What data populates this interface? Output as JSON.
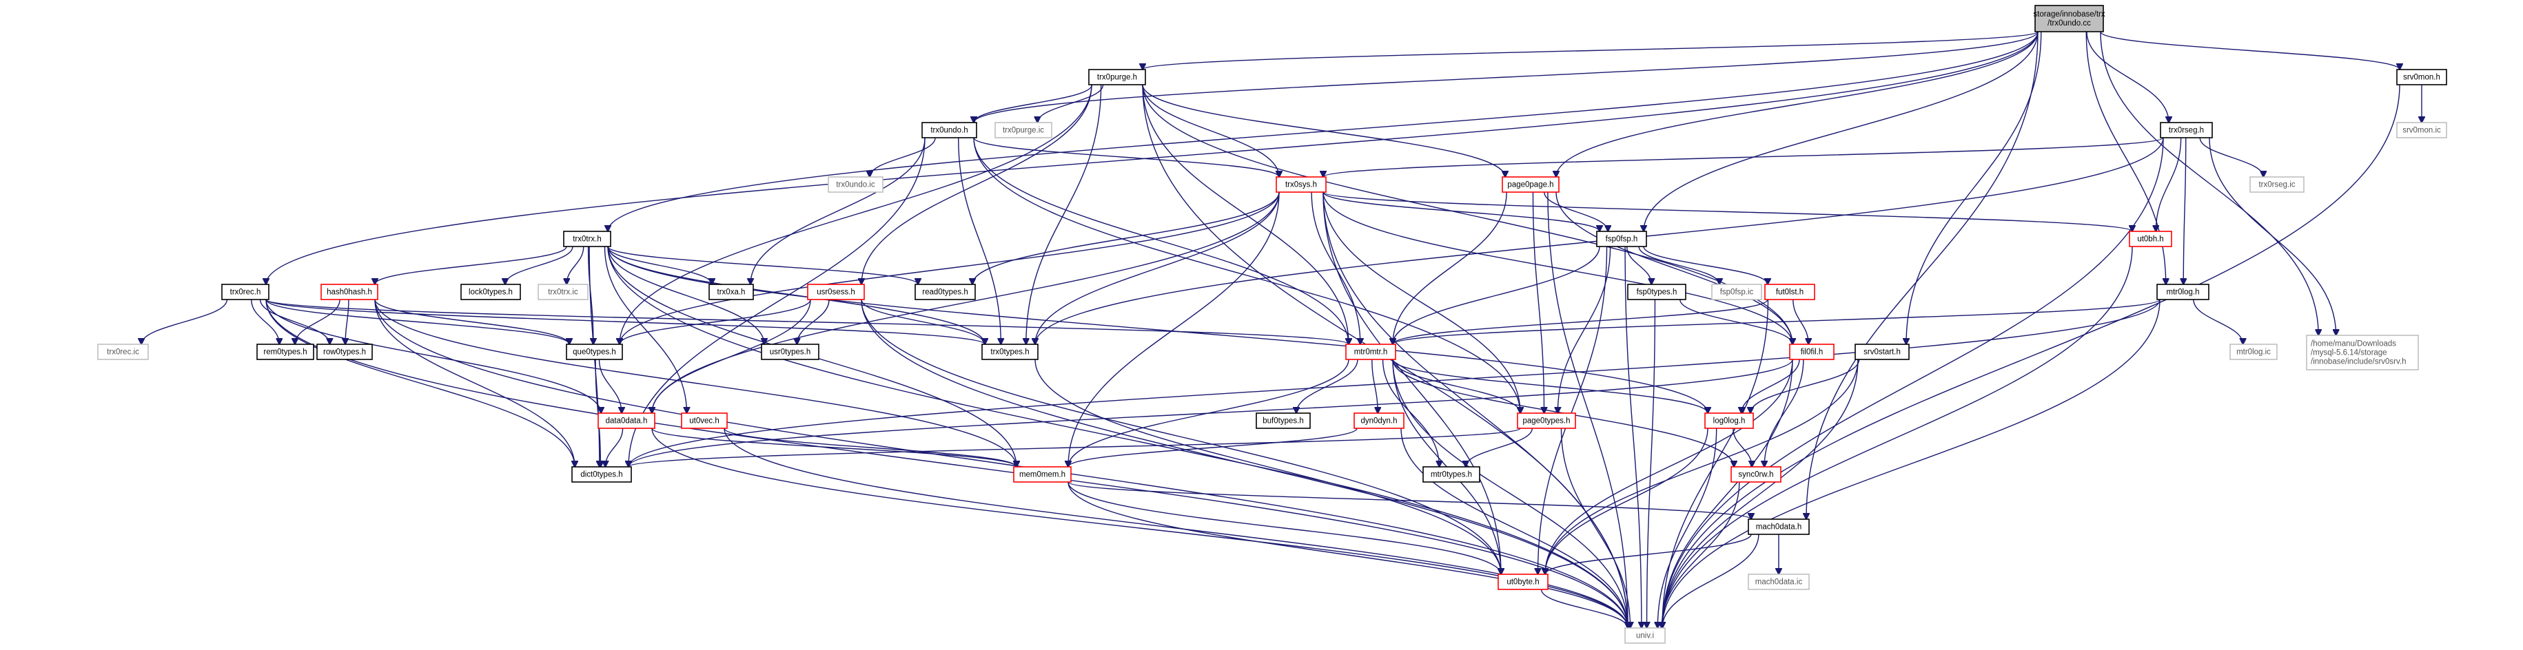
{
  "graph": {
    "nodes": [
      {
        "id": "root",
        "lines": [
          "storage/innobase/trx",
          "/trx0undo.cc"
        ],
        "style": "root"
      },
      {
        "id": "trx0purge_h",
        "lines": [
          "trx0purge.h"
        ],
        "style": "normal"
      },
      {
        "id": "trx0undo_h",
        "lines": [
          "trx0undo.h"
        ],
        "style": "normal"
      },
      {
        "id": "trx0purge_ic",
        "lines": [
          "trx0purge.ic"
        ],
        "style": "gray"
      },
      {
        "id": "trx0undo_ic",
        "lines": [
          "trx0undo.ic"
        ],
        "style": "gray"
      },
      {
        "id": "trx0sys_h",
        "lines": [
          "trx0sys.h"
        ],
        "style": "red"
      },
      {
        "id": "page0page_h",
        "lines": [
          "page0page.h"
        ],
        "style": "red"
      },
      {
        "id": "fsp0fsp_h",
        "lines": [
          "fsp0fsp.h"
        ],
        "style": "normal"
      },
      {
        "id": "trx0trx_h",
        "lines": [
          "trx0trx.h"
        ],
        "style": "normal"
      },
      {
        "id": "trx0rec_h",
        "lines": [
          "trx0rec.h"
        ],
        "style": "normal"
      },
      {
        "id": "trx0rseg_h",
        "lines": [
          "trx0rseg.h"
        ],
        "style": "normal"
      },
      {
        "id": "srv0mon_h",
        "lines": [
          "srv0mon.h"
        ],
        "style": "normal"
      },
      {
        "id": "srv0mon_ic",
        "lines": [
          "srv0mon.ic"
        ],
        "style": "gray"
      },
      {
        "id": "trx0rseg_ic",
        "lines": [
          "trx0rseg.ic"
        ],
        "style": "gray"
      },
      {
        "id": "ut0bh_h",
        "lines": [
          "ut0bh.h"
        ],
        "style": "red"
      },
      {
        "id": "mtr0log_h",
        "lines": [
          "mtr0log.h"
        ],
        "style": "normal"
      },
      {
        "id": "mtr0log_ic",
        "lines": [
          "mtr0log.ic"
        ],
        "style": "gray"
      },
      {
        "id": "srv0srv_path",
        "lines": [
          "/home/manu/Downloads",
          "/mysql-5.6.14/storage",
          "/innobase/include/srv0srv.h"
        ],
        "style": "gray"
      },
      {
        "id": "hash0hash_h",
        "lines": [
          "hash0hash.h"
        ],
        "style": "red"
      },
      {
        "id": "trx0types_h",
        "lines": [
          "trx0types.h"
        ],
        "style": "normal"
      },
      {
        "id": "usr0sess_h",
        "lines": [
          "usr0sess.h"
        ],
        "style": "red"
      },
      {
        "id": "lock0types_h",
        "lines": [
          "lock0types.h"
        ],
        "style": "normal"
      },
      {
        "id": "trx0trx_ic",
        "lines": [
          "trx0trx.ic"
        ],
        "style": "gray"
      },
      {
        "id": "trx0xa_h",
        "lines": [
          "trx0xa.h"
        ],
        "style": "normal"
      },
      {
        "id": "read0types_h",
        "lines": [
          "read0types.h"
        ],
        "style": "normal"
      },
      {
        "id": "fsp0types_h",
        "lines": [
          "fsp0types.h"
        ],
        "style": "normal"
      },
      {
        "id": "fsp0fsp_ic",
        "lines": [
          "fsp0fsp.ic"
        ],
        "style": "gray"
      },
      {
        "id": "fut0lst_h",
        "lines": [
          "fut0lst.h"
        ],
        "style": "red"
      },
      {
        "id": "trx0rec_ic",
        "lines": [
          "trx0rec.ic"
        ],
        "style": "gray"
      },
      {
        "id": "rem0types_h",
        "lines": [
          "rem0types.h"
        ],
        "style": "normal"
      },
      {
        "id": "row0types_h",
        "lines": [
          "row0types.h"
        ],
        "style": "normal"
      },
      {
        "id": "que0types_h",
        "lines": [
          "que0types.h"
        ],
        "style": "normal"
      },
      {
        "id": "usr0types_h",
        "lines": [
          "usr0types.h"
        ],
        "style": "normal"
      },
      {
        "id": "mtr0mtr_h",
        "lines": [
          "mtr0mtr.h"
        ],
        "style": "red"
      },
      {
        "id": "fil0fil_h",
        "lines": [
          "fil0fil.h"
        ],
        "style": "red"
      },
      {
        "id": "srv0start_h",
        "lines": [
          "srv0start.h"
        ],
        "style": "normal"
      },
      {
        "id": "data0data_h",
        "lines": [
          "data0data.h"
        ],
        "style": "red"
      },
      {
        "id": "ut0vec_h",
        "lines": [
          "ut0vec.h"
        ],
        "style": "red"
      },
      {
        "id": "buf0types_h",
        "lines": [
          "buf0types.h"
        ],
        "style": "normal"
      },
      {
        "id": "dyn0dyn_h",
        "lines": [
          "dyn0dyn.h"
        ],
        "style": "red"
      },
      {
        "id": "page0types_h",
        "lines": [
          "page0types.h"
        ],
        "style": "red"
      },
      {
        "id": "log0log_h",
        "lines": [
          "log0log.h"
        ],
        "style": "red"
      },
      {
        "id": "dict0types_h",
        "lines": [
          "dict0types.h"
        ],
        "style": "normal"
      },
      {
        "id": "mem0mem_h",
        "lines": [
          "mem0mem.h"
        ],
        "style": "red"
      },
      {
        "id": "mtr0types_h",
        "lines": [
          "mtr0types.h"
        ],
        "style": "normal"
      },
      {
        "id": "sync0rw_h",
        "lines": [
          "sync0rw.h"
        ],
        "style": "red"
      },
      {
        "id": "mach0data_h",
        "lines": [
          "mach0data.h"
        ],
        "style": "normal"
      },
      {
        "id": "mach0data_ic",
        "lines": [
          "mach0data.ic"
        ],
        "style": "gray"
      },
      {
        "id": "ut0byte_h",
        "lines": [
          "ut0byte.h"
        ],
        "style": "red"
      },
      {
        "id": "univ_i",
        "lines": [
          "univ.i"
        ],
        "style": "gray"
      }
    ],
    "edges": [
      [
        "root",
        "trx0purge_h"
      ],
      [
        "root",
        "trx0undo_h"
      ],
      [
        "root",
        "fsp0fsp_h"
      ],
      [
        "root",
        "trx0trx_h"
      ],
      [
        "root",
        "trx0rec_h"
      ],
      [
        "root",
        "trx0rseg_h"
      ],
      [
        "root",
        "srv0mon_h"
      ],
      [
        "root",
        "mtr0log_h"
      ],
      [
        "root",
        "srv0srv_path"
      ],
      [
        "root",
        "srv0start_h"
      ],
      [
        "root",
        "mach0data_h"
      ],
      [
        "trx0purge_h",
        "trx0undo_h"
      ],
      [
        "trx0purge_h",
        "trx0purge_ic"
      ],
      [
        "trx0purge_h",
        "trx0sys_h"
      ],
      [
        "trx0purge_h",
        "page0page_h"
      ],
      [
        "trx0purge_h",
        "usr0sess_h"
      ],
      [
        "trx0purge_h",
        "que0types_h"
      ],
      [
        "trx0purge_h",
        "trx0types_h"
      ],
      [
        "trx0purge_h",
        "mtr0mtr_h"
      ],
      [
        "trx0purge_h",
        "fil0fil_h"
      ],
      [
        "trx0purge_h",
        "univ_i"
      ],
      [
        "trx0undo_h",
        "trx0undo_ic"
      ],
      [
        "trx0undo_h",
        "trx0sys_h"
      ],
      [
        "trx0undo_h",
        "trx0xa_h"
      ],
      [
        "trx0undo_h",
        "trx0types_h"
      ],
      [
        "trx0undo_h",
        "mtr0mtr_h"
      ],
      [
        "trx0undo_h",
        "page0types_h"
      ],
      [
        "trx0undo_h",
        "dict0types_h"
      ],
      [
        "trx0sys_h",
        "fsp0fsp_h"
      ],
      [
        "trx0sys_h",
        "read0types_h"
      ],
      [
        "trx0sys_h",
        "ut0bh_h"
      ],
      [
        "trx0sys_h",
        "trx0types_h"
      ],
      [
        "trx0sys_h",
        "mtr0mtr_h"
      ],
      [
        "trx0sys_h",
        "fil0fil_h"
      ],
      [
        "trx0sys_h",
        "page0types_h"
      ],
      [
        "trx0sys_h",
        "mem0mem_h"
      ],
      [
        "trx0sys_h",
        "ut0byte_h"
      ],
      [
        "trx0sys_h",
        "univ_i"
      ],
      [
        "trx0sys_h",
        "que0types_h"
      ],
      [
        "trx0sys_h",
        "data0data_h"
      ],
      [
        "page0page_h",
        "fsp0fsp_h"
      ],
      [
        "page0page_h",
        "mtr0mtr_h"
      ],
      [
        "page0page_h",
        "page0types_h"
      ],
      [
        "page0page_h",
        "fil0fil_h"
      ],
      [
        "page0page_h",
        "univ_i"
      ],
      [
        "fsp0fsp_h",
        "fsp0types_h"
      ],
      [
        "fsp0fsp_h",
        "fsp0fsp_ic"
      ],
      [
        "fsp0fsp_h",
        "fut0lst_h"
      ],
      [
        "fsp0fsp_h",
        "mtr0mtr_h"
      ],
      [
        "fsp0fsp_h",
        "page0types_h"
      ],
      [
        "fsp0fsp_h",
        "ut0byte_h"
      ],
      [
        "fsp0fsp_h",
        "univ_i"
      ],
      [
        "trx0trx_h",
        "hash0hash_h"
      ],
      [
        "trx0trx_h",
        "lock0types_h"
      ],
      [
        "trx0trx_h",
        "trx0trx_ic"
      ],
      [
        "trx0trx_h",
        "trx0xa_h"
      ],
      [
        "trx0trx_h",
        "read0types_h"
      ],
      [
        "trx0trx_h",
        "que0types_h"
      ],
      [
        "trx0trx_h",
        "usr0types_h"
      ],
      [
        "trx0trx_h",
        "trx0types_h"
      ],
      [
        "trx0trx_h",
        "ut0vec_h"
      ],
      [
        "trx0trx_h",
        "mem0mem_h"
      ],
      [
        "trx0trx_h",
        "dict0types_h"
      ],
      [
        "trx0trx_h",
        "univ_i"
      ],
      [
        "trx0trx_h",
        "log0log_h"
      ],
      [
        "trx0rec_h",
        "trx0rec_ic"
      ],
      [
        "trx0rec_h",
        "rem0types_h"
      ],
      [
        "trx0rec_h",
        "row0types_h"
      ],
      [
        "trx0rec_h",
        "que0types_h"
      ],
      [
        "trx0rec_h",
        "trx0types_h"
      ],
      [
        "trx0rec_h",
        "mtr0mtr_h"
      ],
      [
        "trx0rec_h",
        "data0data_h"
      ],
      [
        "trx0rec_h",
        "dict0types_h"
      ],
      [
        "trx0rec_h",
        "univ_i"
      ],
      [
        "trx0rseg_h",
        "trx0rseg_ic"
      ],
      [
        "trx0rseg_h",
        "ut0bh_h"
      ],
      [
        "trx0rseg_h",
        "mtr0log_h"
      ],
      [
        "trx0rseg_h",
        "srv0srv_path"
      ],
      [
        "trx0rseg_h",
        "trx0sys_h"
      ],
      [
        "trx0rseg_h",
        "trx0types_h"
      ],
      [
        "trx0rseg_h",
        "univ_i"
      ],
      [
        "srv0mon_h",
        "srv0mon_ic"
      ],
      [
        "srv0mon_h",
        "univ_i"
      ],
      [
        "mtr0log_h",
        "mtr0log_ic"
      ],
      [
        "mtr0log_h",
        "mtr0mtr_h"
      ],
      [
        "mtr0log_h",
        "dict0types_h"
      ],
      [
        "mtr0log_h",
        "univ_i"
      ],
      [
        "hash0hash_h",
        "rem0types_h"
      ],
      [
        "hash0hash_h",
        "row0types_h"
      ],
      [
        "hash0hash_h",
        "que0types_h"
      ],
      [
        "hash0hash_h",
        "dict0types_h"
      ],
      [
        "hash0hash_h",
        "mem0mem_h"
      ],
      [
        "hash0hash_h",
        "univ_i"
      ],
      [
        "usr0sess_h",
        "que0types_h"
      ],
      [
        "usr0sess_h",
        "usr0types_h"
      ],
      [
        "usr0sess_h",
        "data0data_h"
      ],
      [
        "usr0sess_h",
        "trx0types_h"
      ],
      [
        "usr0sess_h",
        "ut0byte_h"
      ],
      [
        "usr0sess_h",
        "univ_i"
      ],
      [
        "que0types_h",
        "data0data_h"
      ],
      [
        "que0types_h",
        "dict0types_h"
      ],
      [
        "trx0types_h",
        "ut0byte_h"
      ],
      [
        "fsp0types_h",
        "fil0fil_h"
      ],
      [
        "fsp0types_h",
        "univ_i"
      ],
      [
        "fut0lst_h",
        "fil0fil_h"
      ],
      [
        "fut0lst_h",
        "mtr0mtr_h"
      ],
      [
        "fut0lst_h",
        "univ_i"
      ],
      [
        "mtr0mtr_h",
        "buf0types_h"
      ],
      [
        "mtr0mtr_h",
        "dyn0dyn_h"
      ],
      [
        "mtr0mtr_h",
        "page0types_h"
      ],
      [
        "mtr0mtr_h",
        "log0log_h"
      ],
      [
        "mtr0mtr_h",
        "mtr0types_h"
      ],
      [
        "mtr0mtr_h",
        "sync0rw_h"
      ],
      [
        "mtr0mtr_h",
        "mem0mem_h"
      ],
      [
        "mtr0mtr_h",
        "ut0byte_h"
      ],
      [
        "mtr0mtr_h",
        "univ_i"
      ],
      [
        "fil0fil_h",
        "log0log_h"
      ],
      [
        "fil0fil_h",
        "sync0rw_h"
      ],
      [
        "fil0fil_h",
        "dict0types_h"
      ],
      [
        "fil0fil_h",
        "ut0byte_h"
      ],
      [
        "fil0fil_h",
        "univ_i"
      ],
      [
        "srv0start_h",
        "log0log_h"
      ],
      [
        "srv0start_h",
        "ut0byte_h"
      ],
      [
        "srv0start_h",
        "univ_i"
      ],
      [
        "data0data_h",
        "dict0types_h"
      ],
      [
        "data0data_h",
        "mem0mem_h"
      ],
      [
        "data0data_h",
        "univ_i"
      ],
      [
        "ut0vec_h",
        "mem0mem_h"
      ],
      [
        "ut0vec_h",
        "univ_i"
      ],
      [
        "dyn0dyn_h",
        "mem0mem_h"
      ],
      [
        "dyn0dyn_h",
        "univ_i"
      ],
      [
        "page0types_h",
        "dict0types_h"
      ],
      [
        "page0types_h",
        "mtr0types_h"
      ],
      [
        "page0types_h",
        "univ_i"
      ],
      [
        "log0log_h",
        "sync0rw_h"
      ],
      [
        "log0log_h",
        "ut0byte_h"
      ],
      [
        "log0log_h",
        "univ_i"
      ],
      [
        "mem0mem_h",
        "mach0data_h"
      ],
      [
        "mem0mem_h",
        "ut0byte_h"
      ],
      [
        "mem0mem_h",
        "univ_i"
      ],
      [
        "sync0rw_h",
        "univ_i"
      ],
      [
        "mach0data_h",
        "mach0data_ic"
      ],
      [
        "mach0data_h",
        "ut0byte_h"
      ],
      [
        "mach0data_h",
        "univ_i"
      ],
      [
        "ut0byte_h",
        "univ_i"
      ],
      [
        "ut0bh_h",
        "univ_i"
      ],
      [
        "root",
        "page0page_h"
      ]
    ]
  }
}
